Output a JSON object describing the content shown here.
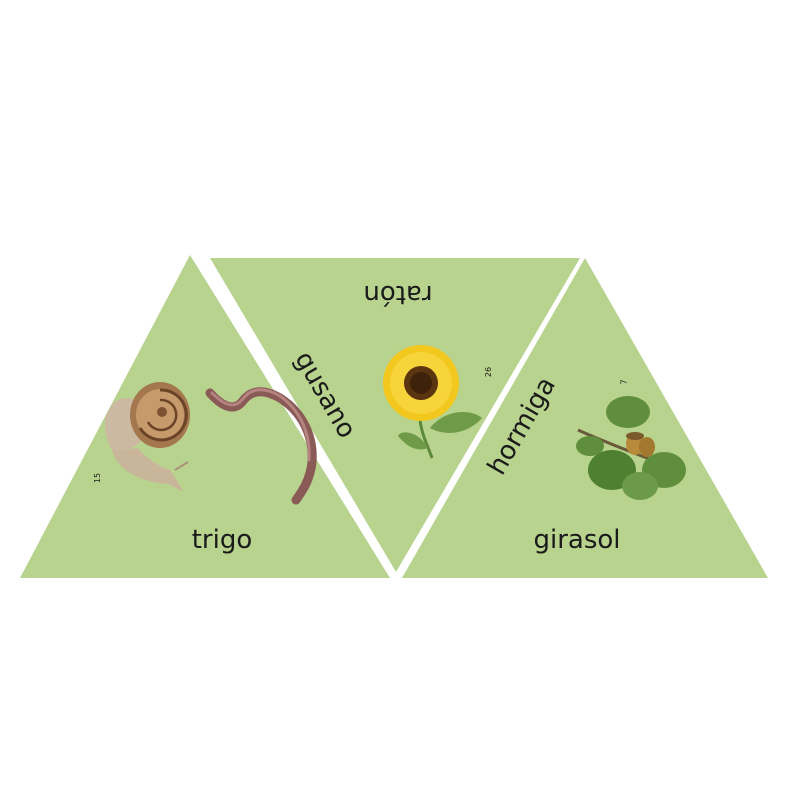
{
  "colors": {
    "tile_fill": "#b7d38e",
    "tile_gap": "#e6e6e6",
    "text": "#1a1a1a"
  },
  "tiles": [
    {
      "name": "left-triangle",
      "words": {
        "bottom": "trigo"
      },
      "number": "15",
      "pictures": [
        "snail",
        "earthworm"
      ]
    },
    {
      "name": "middle-triangle",
      "words": {
        "top": "ratón",
        "left": "gusano"
      },
      "number": "26",
      "pictures": [
        "sunflower"
      ]
    },
    {
      "name": "right-triangle",
      "words": {
        "left": "hormiga",
        "bottom": "girasol"
      },
      "number": "7",
      "pictures": [
        "oak-branch-with-acorns"
      ]
    }
  ]
}
